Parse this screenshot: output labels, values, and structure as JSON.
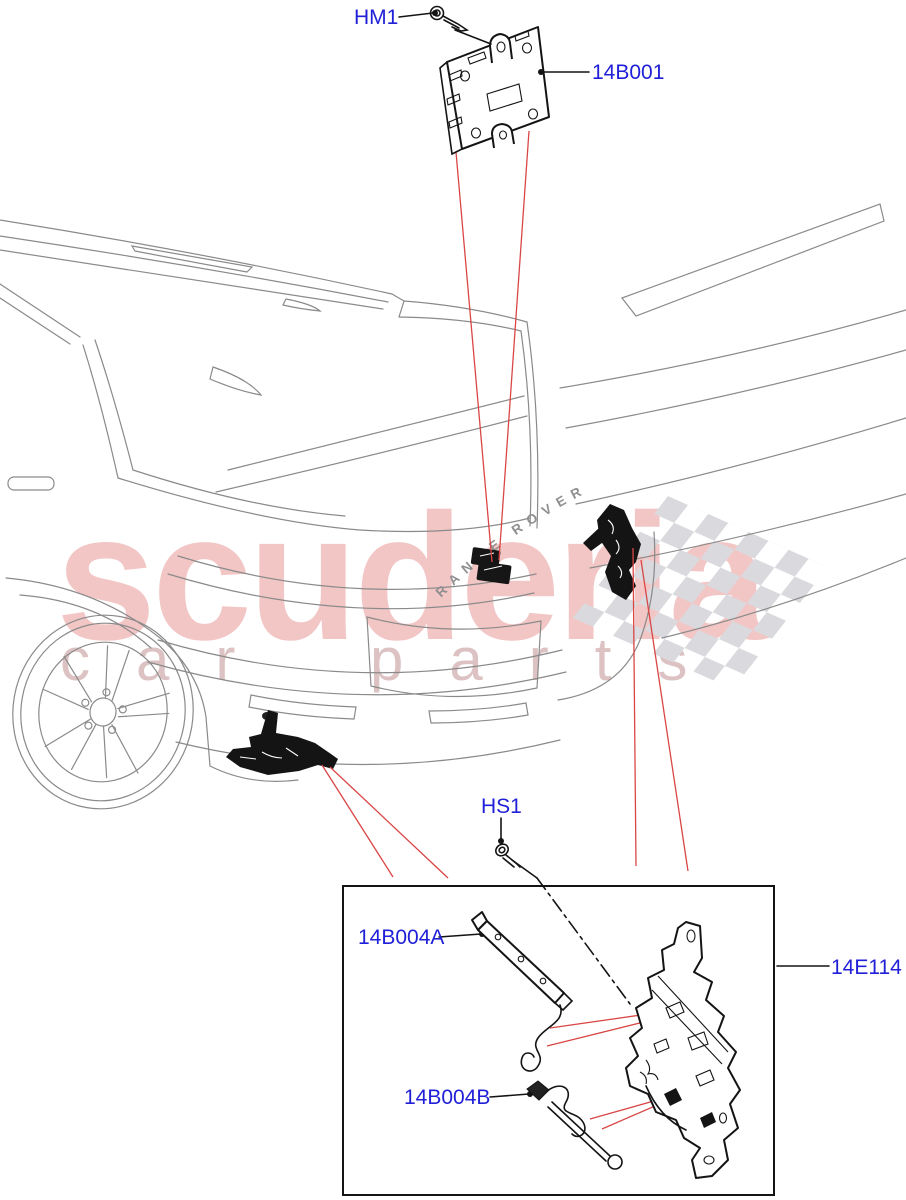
{
  "diagram": {
    "type": "vehicle-parts-diagram",
    "vehicle_badge": "RANGE ROVER",
    "background": "#ffffff"
  },
  "watermark": {
    "brand": "scuderia",
    "tagline": "car parts"
  },
  "callouts": {
    "fastener_top": "HM1",
    "module": "14B001",
    "fastener_bottom": "HS1",
    "bracket": "14B004A",
    "assembly": "14E114",
    "cable": "14B004B"
  },
  "colors": {
    "callout_text": "#2020d8",
    "highlight_lines": "#d94646",
    "vehicle_line_art": "#8a8a8a",
    "part_ink": "#141414",
    "flag_checker": "#d9d9de",
    "watermark_brand": "#f3c6c6",
    "watermark_tagline": "#dcc2c2"
  }
}
